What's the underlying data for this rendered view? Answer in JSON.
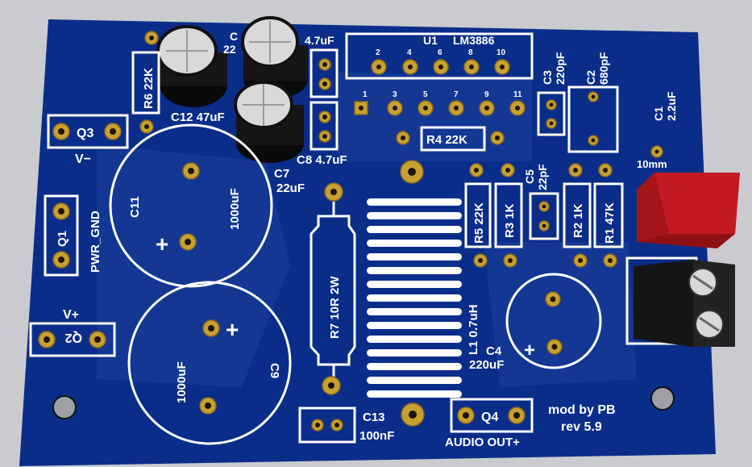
{
  "board": {
    "colors": {
      "background": "#c9cbcf",
      "pcb": "#0b2d8a",
      "silkscreen": "#ffffff",
      "pad": "#c8a032",
      "capacitor_body": "#1a1a1a",
      "film_cap": "#b5151c",
      "terminal": "#151515"
    },
    "labels": {
      "u1": "U1",
      "lm3886": "LM3886",
      "u1_pins_top": [
        "2",
        "4",
        "6",
        "8",
        "10"
      ],
      "u1_pins_bottom": [
        "1",
        "3",
        "5",
        "7",
        "9",
        "11"
      ],
      "c_partial": "C",
      "c_22": "22",
      "r6": "R6 22K",
      "c12": "C12 47uF",
      "c7_value": "4.7uF",
      "c8": "C8 4.7uF",
      "c7": "C7",
      "c7_22uf": "22uF",
      "q3": "Q3",
      "v_minus": "V−",
      "c11": "C11",
      "c11_value": "1000uF",
      "q1": "Q1",
      "pwr_gnd": "PWR_GND",
      "v_plus": "V+",
      "q2": "Q2",
      "c9": "C9",
      "c9_value": "1000uF",
      "r7": "R7 10R 2W",
      "l1": "L1 0.7uH",
      "r4": "R4 22K",
      "c3": "C3",
      "c3_value": "220pF",
      "c2": "C2",
      "c2_value": "680pF",
      "c1": "C1",
      "c1_value": "2.2uF",
      "size_10mm": "10mm",
      "c5": "C5",
      "c5_value": "22pF",
      "r5": "R5 22K",
      "r3": "R3 1K",
      "r2": "R2 1K",
      "r1": "R1 47K",
      "c4": "C4",
      "c4_value": "220uF",
      "c13": "C13",
      "c13_value": "100nF",
      "q4": "Q4",
      "audio_out": "AUDIO OUT+",
      "mod_by": "mod by PB",
      "rev": "rev 5.9",
      "plus": "+"
    }
  }
}
